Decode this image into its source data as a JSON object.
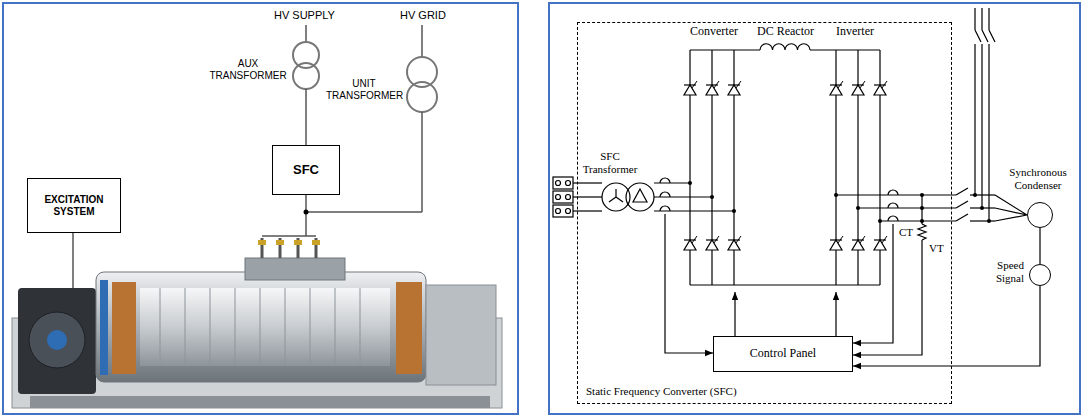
{
  "diagram": {
    "nodes": [
      {
        "text": [
          "SFC"
        ]
      },
      {
        "text": [
          "EXCITATION SYSTEM"
        ]
      },
      {
        "text": [
          "Static Frequency Converter (SFC)"
        ]
      },
      {
        "text": [
          "Control Panel"
        ],
        "in": 2
      },
      {
        "text": [
          "Synchronous Condenser"
        ]
      },
      {
        "text": [
          "Speed Signal"
        ]
      }
    ],
    "edges": [
      {
        "from": 4,
        "to": 5,
        "arrow": "none"
      },
      {
        "from": 5,
        "to": 3,
        "arrow": "to"
      }
    ],
    "labels": [
      "HV SUPPLY",
      "HV GRID",
      "AUX TRANSFORMER",
      "UNIT TRANSFORMER",
      "Converter",
      "DC Reactor",
      "Inverter",
      "SFC Transformer",
      "CT",
      "VT"
    ]
  }
}
